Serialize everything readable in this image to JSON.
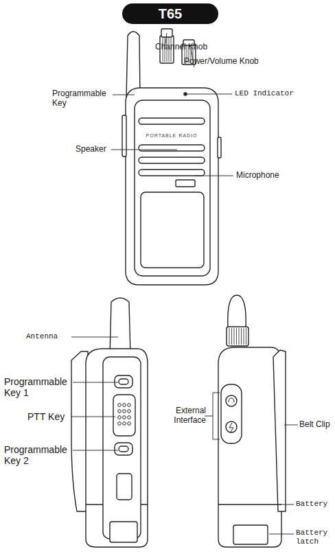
{
  "diagram": {
    "title": "T65",
    "labels": [
      "Channel Knob",
      "Power/Volume Knob",
      "Programmable Key",
      "LED Indicator",
      "PORTABLE RADIO",
      "Speaker",
      "Microphone",
      "Antenna",
      "Programmable Key 1",
      "PTT Key",
      "External Interface",
      "Belt Clip",
      "Programmable Key 2",
      "Battery",
      "Battery latch"
    ]
  }
}
